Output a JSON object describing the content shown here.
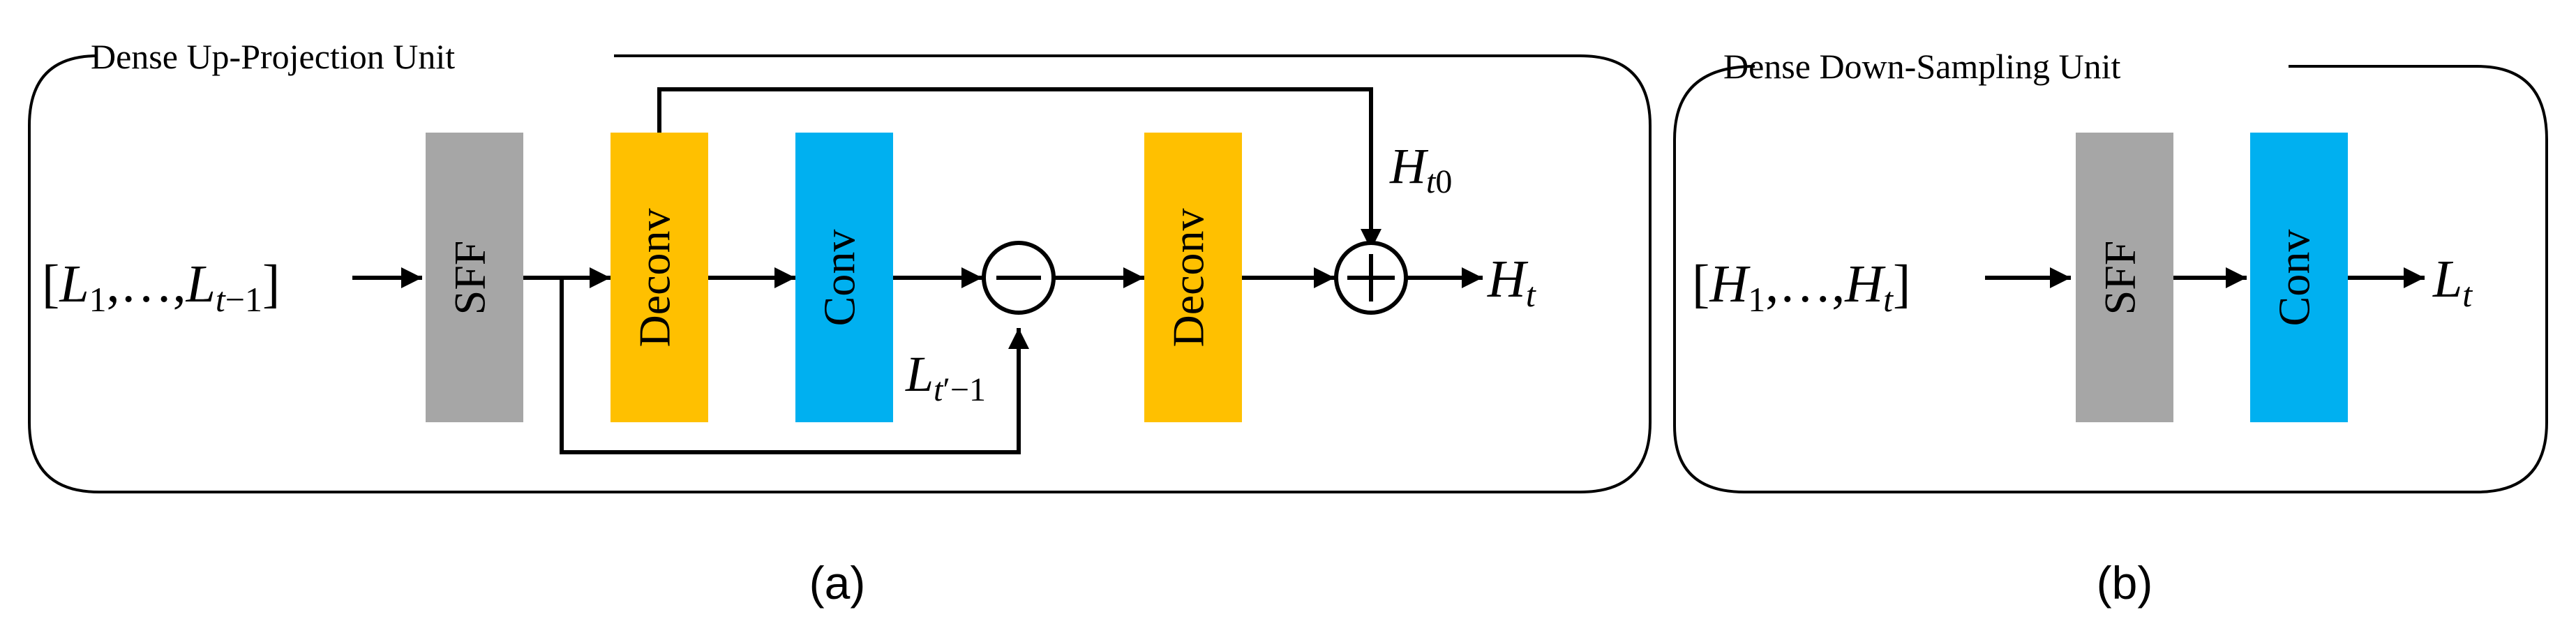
{
  "panel_a": {
    "title": "Dense Up-Projection Unit",
    "input_label": "[L1, ..., Lt−1]",
    "blocks": {
      "sff": "SFF",
      "deconv1": "Deconv",
      "conv": "Conv",
      "deconv2": "Deconv"
    },
    "op_subtract": "−",
    "op_add": "+",
    "skip_label": "Ht0",
    "residual_label": "Lt′−1",
    "output_label": "Ht",
    "caption": "(a)"
  },
  "panel_b": {
    "title": "Dense Down-Sampling Unit",
    "input_label": "[H1, ..., Ht]",
    "blocks": {
      "sff": "SFF",
      "conv": "Conv"
    },
    "output_label": "Lt",
    "caption": "(b)"
  },
  "colors": {
    "sff": "#a6a6a6",
    "deconv": "#ffc000",
    "conv": "#00b0f0",
    "line": "#000000"
  }
}
